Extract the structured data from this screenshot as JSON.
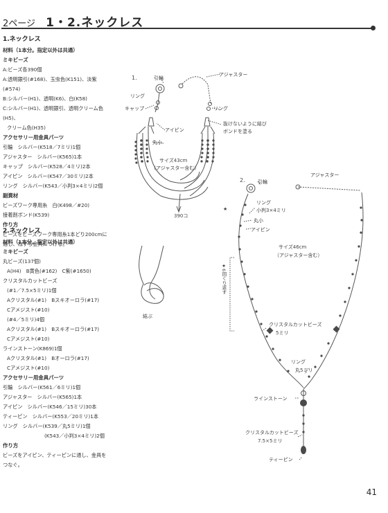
{
  "header": {
    "page_label": "2ページ",
    "title": "1・2.ネックレス",
    "page_number": "41"
  },
  "section1": {
    "heading": "1.ネックレス",
    "materials": "材料（1本分。指定以外は共通）",
    "beads_heading": "ミキビーズ",
    "beads": [
      "A:ビーズ各390個",
      "A:透明銀引(#168)、玉虫色(K151)、淡紫(#574)",
      "B:シルバー(H1)、透明(K6)、白(K58)",
      "C:シルバー(H1)、透明銀引、透明クリーム色(H5)、",
      "クリーム色(H35)"
    ],
    "parts_heading": "アクセサリー用金具パーツ",
    "parts": [
      "引輪　シルバー(K518／7ミリ)1個",
      "アジャスター　シルバー(K565)1本",
      "キャップ　シルバー(K528／4ミリ)2本",
      "アイピン　シルバー(K547／30ミリ)2本",
      "リング　シルバー(K543／小判3×4ミリ)2個"
    ],
    "other_heading": "副資材",
    "other": [
      "ビーズワーク専用糸　白(K498／#20)",
      "接着剤ボンド(K539)"
    ],
    "howto_heading": "作り方",
    "howto": [
      "ビーズをビーズワーク専用糸1本どり200cmに",
      "通し、ねずち金具につける。"
    ]
  },
  "section2": {
    "heading": "2.ネックレス",
    "materials": "材料（1本分。指定以外は共通）",
    "beads_heading": "ミキビーズ",
    "beads": [
      "丸ビーズ(137個)",
      "A(H4)　B黄色(#162)　C紫(#1650)",
      "クリスタルカットビーズ",
      "(#1／7.5×5ミリ)1個",
      "Aクリスタル(#1)　Bスキオーロラ(#17)",
      "Cアメジスト(#10)",
      "(#4／5ミリ)4個",
      "Aクリスタル(#1)　Bスキオーロラ(#17)",
      "Cアメジスト(#10)",
      "ラインストーン(K869)1個",
      "Aクリスタル(#1)　Bオーロラ(#17)",
      "Cアメジスト(#10)"
    ],
    "parts_heading": "アクセサリー用金具パーツ",
    "parts": [
      "引輪　シルバー(K561／6ミリ)1個",
      "アジャスター　シルバー(K565)1本",
      "アイピン　シルバー(K546／15ミリ)30本",
      "ティーピン　シルバー(K553／20ミリ)1本",
      "リング　シルバー(K539／丸5ミリ)1個",
      "(K543／小判3×4ミリ)2個"
    ],
    "howto_heading": "作り方",
    "howto": [
      "ビーズをアイピン、ティーピンに通し、金具を",
      "つなぐ。"
    ]
  },
  "diagram1": {
    "number": "1.",
    "labels": {
      "hikiwa": "引輪",
      "adjuster": "アジャスター",
      "ring_left": "リング",
      "ring_right": "リング",
      "cap": "キャップ",
      "eyepin": "アイピン",
      "maru": "丸小",
      "knot_note_1": "抜けないように結び",
      "knot_note_2": "ボンドを塗る",
      "size_1": "サイズ43cm",
      "size_2": "（アジャスター含む）",
      "count": "390コ",
      "knot": "結ぶ"
    }
  },
  "diagram2": {
    "number": "2.",
    "labels": {
      "hikiwa": "引輪",
      "adjuster": "アジャスター",
      "ring": "リング",
      "ring_size": "小判3×4ミリ",
      "maru": "丸小",
      "eyepin": "アイピン",
      "size_1": "サイズ46cm",
      "size_2": "（アジャスター含む）",
      "side_note": "★6回くり返す",
      "star": "★",
      "crystal_1": "クリスタルカットビーズ",
      "crystal_1_size": "5ミリ",
      "ring2": "リング",
      "ring2_size": "丸5ミリ",
      "rhinestone": "ラインストーン",
      "crystal_2": "クリスタルカットビーズ",
      "crystal_2_size": "7.5×5ミリ",
      "tpin": "ティーピン"
    }
  }
}
